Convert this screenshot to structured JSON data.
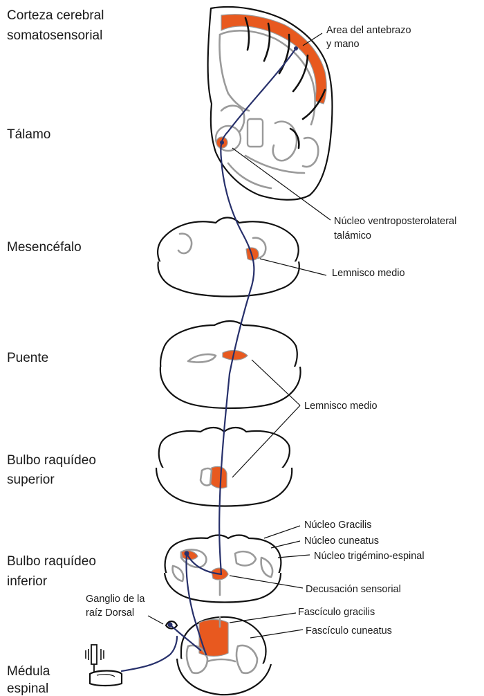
{
  "levels": {
    "cortex_line1": "Corteza cerebral",
    "cortex_line2": "somatosensorial",
    "thalamus": "Tálamo",
    "midbrain": "Mesencéfalo",
    "pons": "Puente",
    "upper_medulla_line1": "Bulbo raquídeo",
    "upper_medulla_line2": "superior",
    "lower_medulla_line1": "Bulbo raquídeo",
    "lower_medulla_line2": "inferior",
    "spinal_line1": "Médula",
    "spinal_line2": "espinal"
  },
  "annotations": {
    "forearm_hand_line1": "Area del antebrazo",
    "forearm_hand_line2": "y mano",
    "vpl_line1": "Núcleo ventroposterolateral",
    "vpl_line2": "talámico",
    "medial_lemniscus_midbrain": "Lemnisco medio",
    "medial_lemniscus_shared": "Lemnisco medio",
    "nucleus_gracilis": "Núcleo Gracilis",
    "nucleus_cuneatus": "Núcleo cuneatus",
    "nucleus_trigeminal": "Núcleo trigémino-espinal",
    "sensory_decussation": "Decusación sensorial",
    "fasciculus_gracilis": "Fascículo gracilis",
    "fasciculus_cuneatus": "Fascículo cuneatus",
    "dorsal_ganglion_line1": "Ganglio de la",
    "dorsal_ganglion_line2": "raíz Dorsal"
  },
  "colors": {
    "pathway": "#27306b",
    "highlight": "#e8591f",
    "gray_matter": "#9a9a9a",
    "outline": "#111111"
  }
}
